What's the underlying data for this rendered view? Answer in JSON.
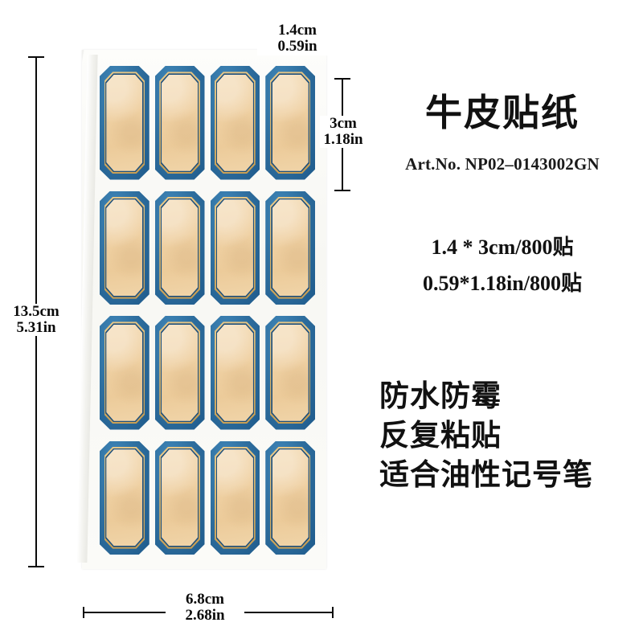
{
  "product": {
    "title": "牛皮贴纸",
    "art_no": "Art.No. NP02–0143002GN",
    "spec_cm": "1.4 * 3cm/800贴",
    "spec_in": "0.59*1.18in/800贴",
    "features": [
      "防水防霉",
      "反复粘贴",
      "适合油性记号笔"
    ]
  },
  "dimensions": {
    "label_width": {
      "cm": "1.4cm",
      "in": "0.59in"
    },
    "label_height": {
      "cm": "3cm",
      "in": "1.18in"
    },
    "sheet_height": {
      "cm": "13.5cm",
      "in": "5.31in"
    },
    "sheet_width": {
      "cm": "6.8cm",
      "in": "2.68in"
    }
  },
  "sheet": {
    "rows": 4,
    "columns": 4,
    "label_count": 16
  },
  "colors": {
    "label_border_blue": "#2f6f9f",
    "label_inner_blue": "#1c4f7d",
    "label_gold_rule": "#d8b36a",
    "label_kraft": "#efd0a2",
    "sheet_white": "#fbfbf8",
    "text_black": "#111111"
  }
}
